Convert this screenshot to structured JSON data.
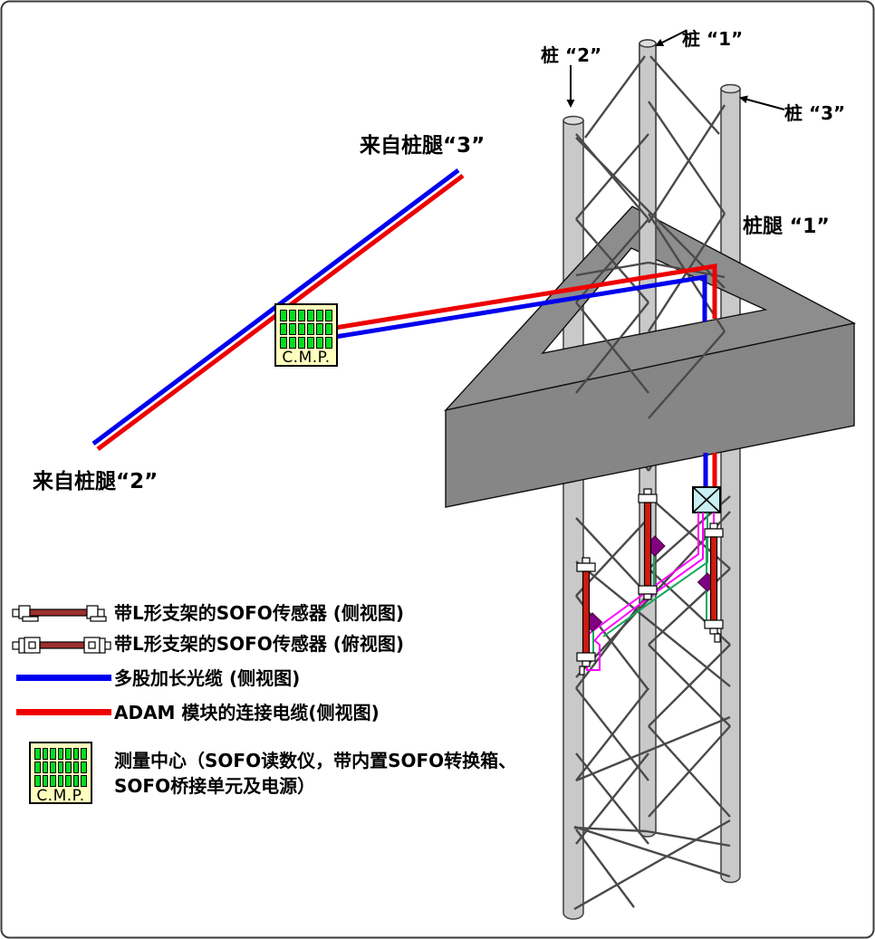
{
  "tower": {
    "pile1_label": "桩 “1”",
    "pile2_label": "桩 “2”",
    "pile3_label": "桩 “3”",
    "leg1_label": "桩腿 “1”"
  },
  "cables": {
    "from_leg3_label": "来自桩腿“3”",
    "from_leg2_label": "来自桩腿“2”",
    "fiber_color": "#0000ee",
    "adam_color": "#ee0000",
    "sensor_link_color": "#ff00ff",
    "aux_link_color": "#17a75c"
  },
  "cmp": {
    "label": "C.M.P.",
    "grid_rows": 3,
    "grid_cols": 6,
    "legend_grid_cols": 7,
    "box_color": "#ffffbe",
    "cell_color": "#00dd22"
  },
  "sensors": {
    "bar_color": "#cf1b10",
    "module_color": "#800080",
    "junction_box_color": "#c8eff2"
  },
  "legend": {
    "items": [
      {
        "icon": "sofo-sensor-side-view-icon",
        "label": "带L形支架的SOFO传感器 (侧视图)"
      },
      {
        "icon": "sofo-sensor-top-view-icon",
        "label": "带L形支架的SOFO传感器 (俯视图)"
      },
      {
        "icon": "fiber-cable-icon",
        "label": "多股加长光缆 (侧视图)",
        "color": "#0000ee"
      },
      {
        "icon": "adam-cable-icon",
        "label": "ADAM 模块的连接电缆(侧视图)",
        "color": "#ee0000"
      },
      {
        "icon": "cmp-box-icon",
        "label": "测量中心（SOFO读数仪，带内置SOFO转换箱、\nSOFO桥接单元及电源）"
      }
    ]
  }
}
